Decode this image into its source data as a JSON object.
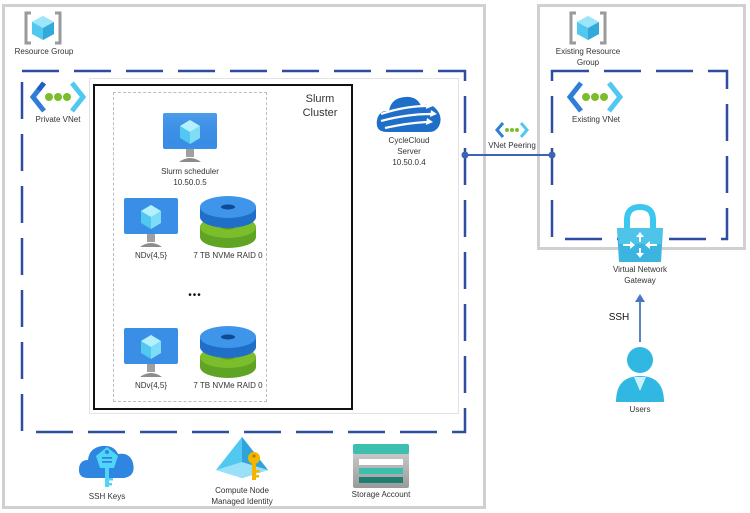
{
  "resource_group": {
    "label": "Resource Group"
  },
  "private_vnet": {
    "label": "Private VNet"
  },
  "slurm_cluster": {
    "title_line1": "Slurm",
    "title_line2": "Cluster"
  },
  "scheduler": {
    "name": "Slurm scheduler",
    "ip": "10.50.0.5"
  },
  "compute_nodes": [
    {
      "vm_label": "NDv{4,5}",
      "disk_label": "7 TB NVMe RAID 0"
    },
    {
      "vm_label": "NDv{4,5}",
      "disk_label": "7 TB NVMe RAID 0"
    }
  ],
  "ellipsis": "•••",
  "cyclecloud": {
    "line1": "CycleCloud",
    "line2": "Server",
    "ip": "10.50.0.4"
  },
  "vnet_peering": {
    "label": "VNet Peering"
  },
  "existing_rg": {
    "line1": "Existing Resource",
    "line2": "Group"
  },
  "existing_vnet": {
    "label": "Existing VNet"
  },
  "gateway": {
    "line1": "Virtual Network",
    "line2": "Gateway"
  },
  "ssh_link": {
    "label": "SSH"
  },
  "users": {
    "label": "Users"
  },
  "bottom_resources": {
    "ssh_keys": {
      "label": "SSH Keys"
    },
    "managed_identity": {
      "line1": "Compute Node",
      "line2": "Managed Identity"
    },
    "storage": {
      "label": "Storage Account"
    }
  },
  "colors": {
    "vnet_dash": "#2f4da0",
    "azure_blue": "#2f7fd8",
    "azure_cyan": "#50c8f0",
    "green": "#7bbd2a",
    "gray_border": "#d0d0d0",
    "teal": "#3cbfae"
  }
}
